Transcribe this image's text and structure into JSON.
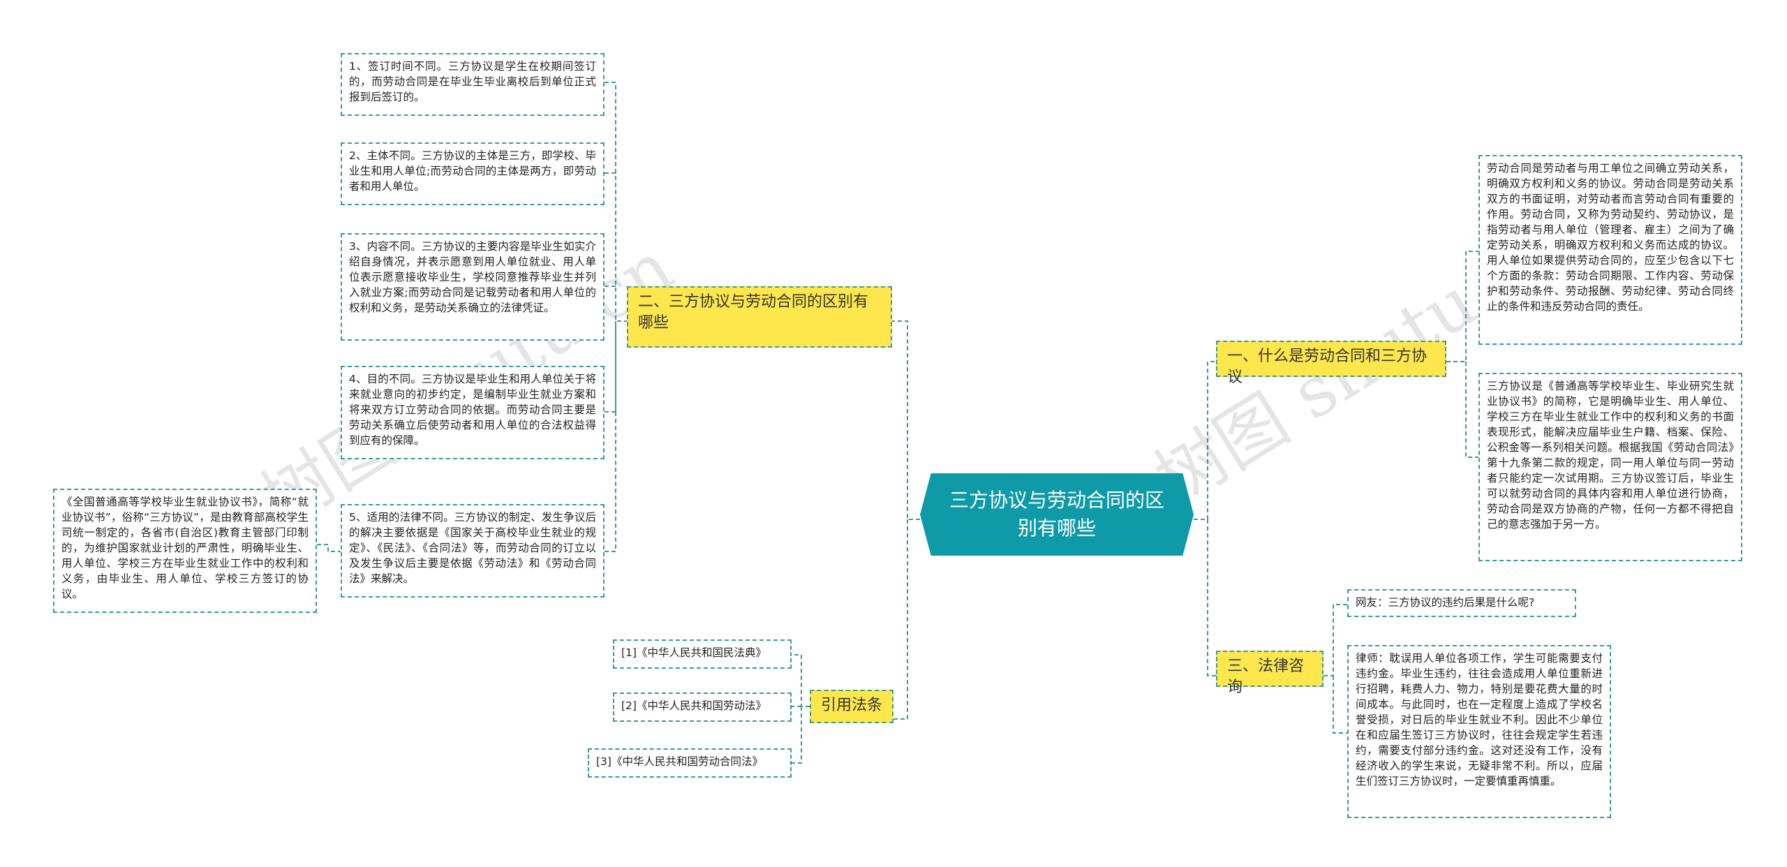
{
  "center": "三方协议与劳动合同的区别有哪些",
  "branches": {
    "differences": {
      "label": "二、三方协议与劳动合同的区别有哪些",
      "items": [
        "1、签订时间不同。三方协议是学生在校期间签订的，而劳动合同是在毕业生毕业离校后到单位正式报到后签订的。",
        "2、主体不同。三方协议的主体是三方，即学校、毕业生和用人单位;而劳动合同的主体是两方，即劳动者和用人单位。",
        "3、内容不同。三方协议的主要内容是毕业生如实介绍自身情况，并表示愿意到用人单位就业、用人单位表示愿意接收毕业生，学校同意推荐毕业生并列入就业方案;而劳动合同是记载劳动者和用人单位的权利和义务，是劳动关系确立的法律凭证。",
        "4、目的不同。三方协议是毕业生和用人单位关于将来就业意向的初步约定，是编制毕业生就业方案和将来双方订立劳动合同的依据。而劳动合同主要是劳动关系确立后使劳动者和用人单位的合法权益得到应有的保障。",
        "5、适用的法律不同。三方协议的制定、发生争议后的解决主要依据是《国家关于高校毕业生就业的规定》、《民法》、《合同法》等，而劳动合同的订立以及发生争议后主要是依据《劳动法》和《劳动合同法》来解决。"
      ],
      "sub_item": "《全国普通高等学校毕业生就业协议书》，简称“就业协议书”，俗称“三方协议”，是由教育部高校学生司统一制定的，各省市(自治区)教育主管部门印制的，为维护国家就业计划的严肃性，明确毕业生、用人单位、学校三方在毕业生就业工作中的权利和义务，由毕业生、用人单位、学校三方签订的协议。"
    },
    "laws": {
      "label": "引用法条",
      "items": [
        "[1]《中华人民共和国民法典》",
        "[2]《中华人民共和国劳动法》",
        "[3]《中华人民共和国劳动合同法》"
      ]
    },
    "what": {
      "label": "一、什么是劳动合同和三方协议",
      "items": [
        "劳动合同是劳动者与用工单位之间确立劳动关系，明确双方权利和义务的协议。劳动合同是劳动关系双方的书面证明，对劳动者而言劳动合同有重要的作用。劳动合同，又称为劳动契约、劳动协议，是指劳动者与用人单位（管理者、雇主）之间为了确定劳动关系，明确双方权利和义务而达成的协议。用人单位如果提供劳动合同的，应至少包含以下七个方面的条款：劳动合同期限、工作内容、劳动保护和劳动条件、劳动报酬、劳动纪律、劳动合同终止的条件和违反劳动合同的责任。",
        "三方协议是《普通高等学校毕业生、毕业研究生就业协议书》的简称，它是明确毕业生、用人单位、学校三方在毕业生就业工作中的权利和义务的书面表现形式，能解决应届毕业生户籍、档案、保险、公积金等一系列相关问题。根据我国《劳动合同法》第十九条第二款的规定，同一用人单位与同一劳动者只能约定一次试用期。三方协议签订后，毕业生可以就劳动合同的具体内容和用人单位进行协商，劳动合同是双方协商的产物，任何一方都不得把自己的意志强加于另一方。"
      ]
    },
    "consult": {
      "label": "三、法律咨询",
      "items": [
        "网友：三方协议的违约后果是什么呢?",
        "律师：耽误用人单位各项工作，学生可能需要支付违约金。毕业生违约，往往会造成用人单位重新进行招聘，耗费人力、物力，特别是要花费大量的时间成本。与此同时，也在一定程度上造成了学校名誉受损，对日后的毕业生就业不利。因此不少单位在和应届生签订三方协议时，往往会规定学生若违约，需要支付部分违约金。这对还没有工作，没有经济收入的学生来说，无疑非常不利。所以，应届生们签订三方协议时，一定要慎重再慎重。"
      ]
    }
  },
  "watermarks": [
    "树图 shutu.cn",
    "树图 shutu.cn"
  ],
  "colors": {
    "center": "#0e9aa7",
    "branch": "#fde74c",
    "connector": "#3a9a9a"
  }
}
